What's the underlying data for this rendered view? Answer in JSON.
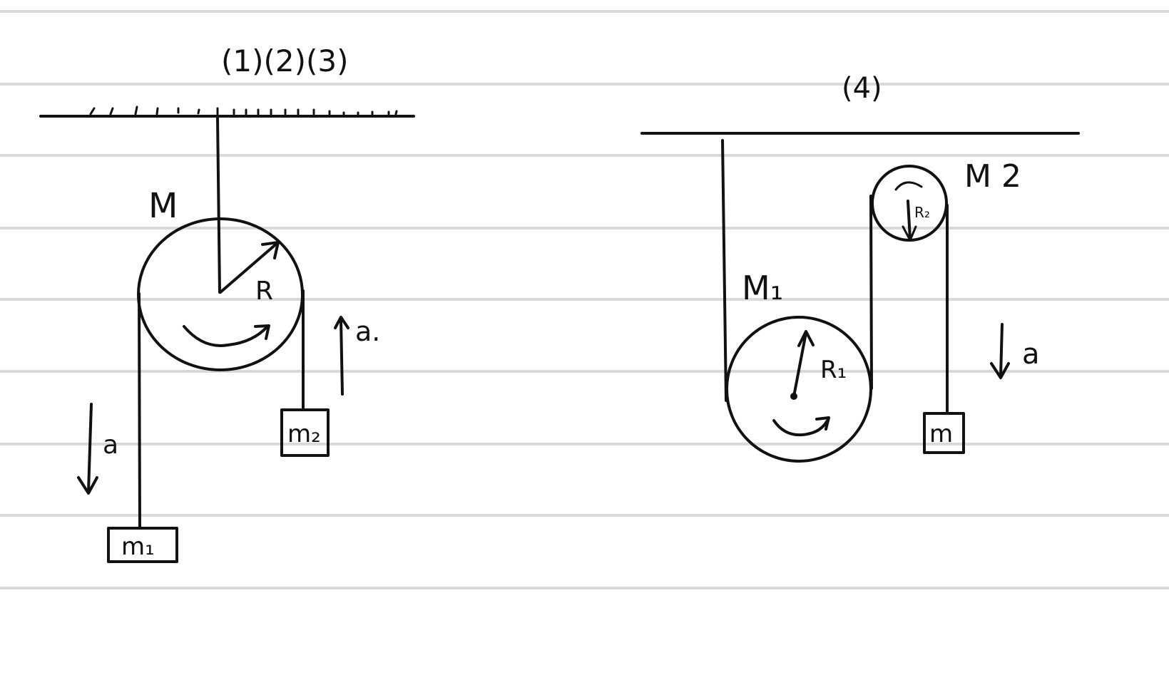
{
  "colors": {
    "ink": "#111111",
    "ruled_line": "#d9d9d9",
    "paper": "#ffffff"
  },
  "left_diagram": {
    "caption": "(1)(2)(3)",
    "pulley_mass": "M",
    "radius": "R",
    "mass_left": "m₁",
    "mass_right": "m₂",
    "accel_left": "a",
    "accel_right": "a."
  },
  "right_diagram": {
    "caption": "(4)",
    "lower_pulley_mass": "M₁",
    "lower_radius": "R₁",
    "upper_pulley_mass": "M 2",
    "upper_radius": "R₂",
    "hanging_mass": "m",
    "accel": "a"
  }
}
